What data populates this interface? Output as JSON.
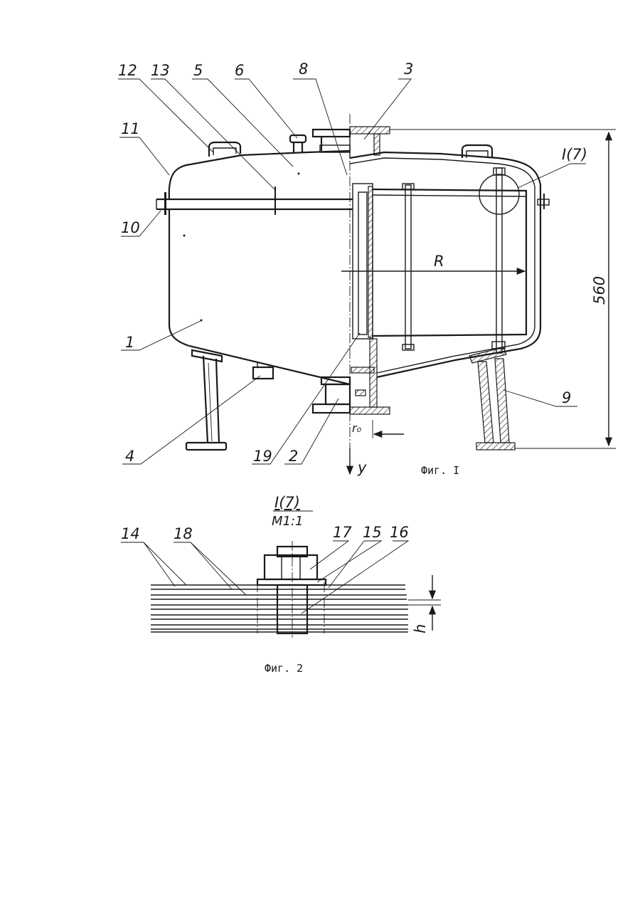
{
  "figure1": {
    "callouts": {
      "c1": "1",
      "c2": "2",
      "c3": "3",
      "c4": "4",
      "c5": "5",
      "c6": "6",
      "c8": "8",
      "c9": "9",
      "c10": "10",
      "c11": "11",
      "c12": "12",
      "c13": "13",
      "c19": "19"
    },
    "detail_callout": "I(7)",
    "radius_label": "R",
    "height_dimension": "560",
    "r0_label": "r₀",
    "y_axis_label": "y",
    "caption": "Фиг. I"
  },
  "figure2": {
    "title": "I(7)",
    "scale": "M1:1",
    "callouts": {
      "c14": "14",
      "c15": "15",
      "c16": "16",
      "c17": "17",
      "c18": "18"
    },
    "h_label": "h",
    "caption": "Фиг. 2"
  }
}
